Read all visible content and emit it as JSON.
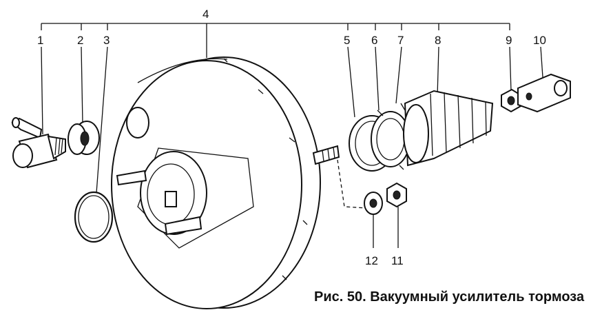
{
  "caption": "Рис. 50. Вакуумный усилитель тормоза",
  "part_numbers": [
    "1",
    "2",
    "3",
    "4",
    "5",
    "6",
    "7",
    "8",
    "9",
    "10",
    "11",
    "12"
  ]
}
